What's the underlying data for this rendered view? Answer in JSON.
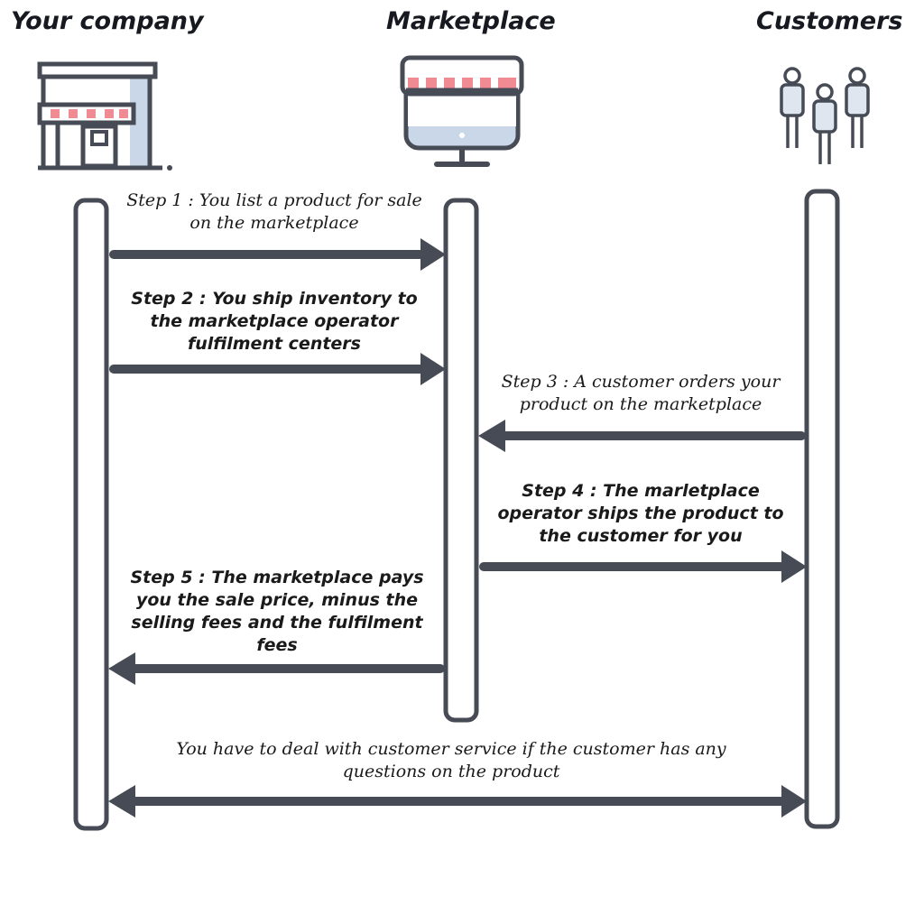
{
  "actors": {
    "company": {
      "title": "Your company",
      "icon": "storefront-icon"
    },
    "marketplace": {
      "title": "Marketplace",
      "icon": "online-shop-monitor-icon"
    },
    "customers": {
      "title": "Customers",
      "icon": "people-group-icon"
    }
  },
  "colors": {
    "stroke": "#474b55",
    "awning_red": "#f08a93",
    "screen_blue": "#c9d7e8",
    "text": "#1a1a1a"
  },
  "messages": [
    {
      "id": "step1",
      "from": "company",
      "to": "marketplace",
      "lines": [
        "Step 1 : You list a product for sale",
        "on the marketplace"
      ],
      "bold": false
    },
    {
      "id": "step2",
      "from": "company",
      "to": "marketplace",
      "lines": [
        "Step 2 : You ship inventory to",
        "the marketplace operator",
        "fulfilment centers"
      ],
      "bold": true
    },
    {
      "id": "step3",
      "from": "customers",
      "to": "marketplace",
      "lines": [
        "Step 3 : A customer orders your",
        "product on the marketplace"
      ],
      "bold": false
    },
    {
      "id": "step4",
      "from": "marketplace",
      "to": "customers",
      "lines": [
        "Step 4 : The marletplace",
        "operator ships the product to",
        "the customer for you"
      ],
      "bold": true
    },
    {
      "id": "step5",
      "from": "marketplace",
      "to": "company",
      "lines": [
        "Step 5 : The marketplace pays",
        "you the sale price, minus the",
        "selling fees and the fulfilment",
        "fees"
      ],
      "bold": true
    },
    {
      "id": "customer-service",
      "from": "company",
      "to": "customers",
      "bidirectional": true,
      "lines": [
        "You have to deal with customer service if the customer has any",
        "questions on the product"
      ],
      "bold": false
    }
  ]
}
